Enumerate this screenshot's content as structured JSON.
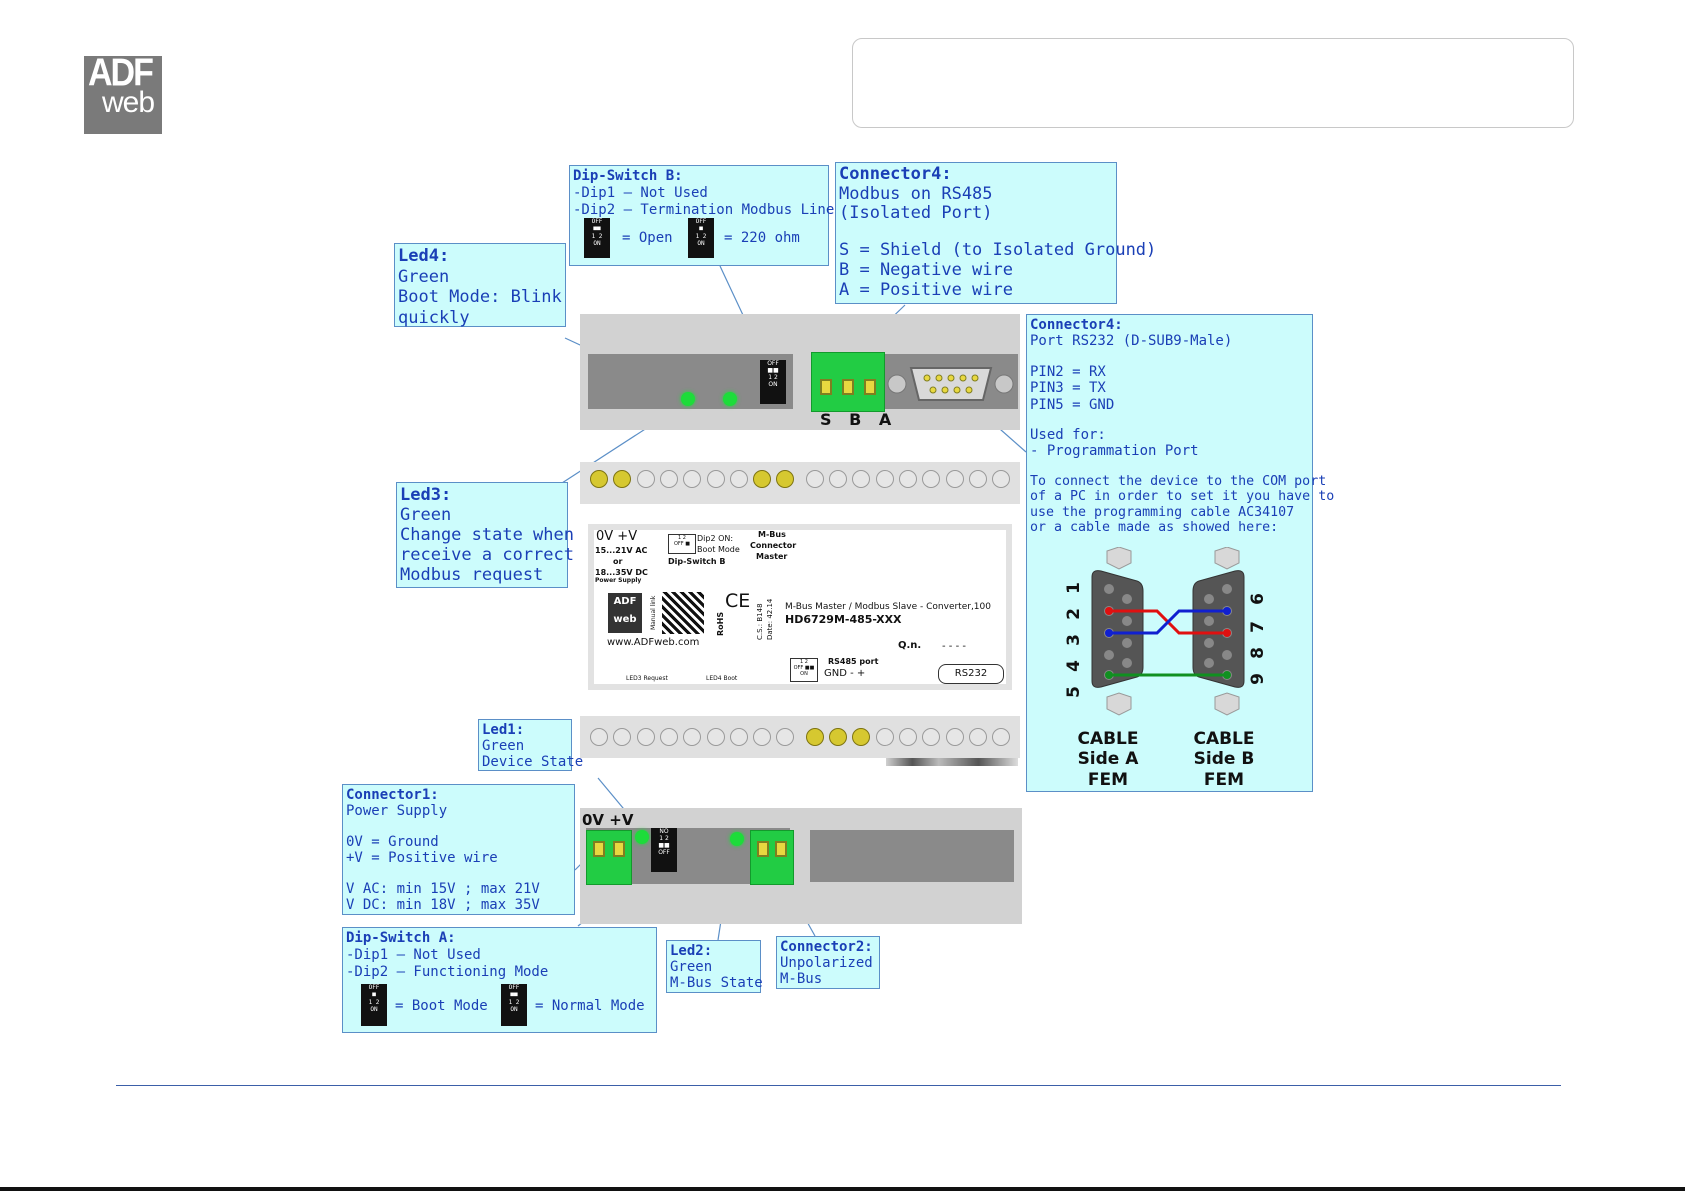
{
  "logo": {
    "line1": "ADF",
    "line2": "web"
  },
  "callouts": {
    "led4": {
      "title": "Led4:",
      "lines": [
        "Green",
        "Boot Mode: Blink",
        "quickly"
      ]
    },
    "dipB": {
      "title": "Dip-Switch B:",
      "lines": [
        "-Dip1 – Not Used",
        "-Dip2 – Termination Modbus Line"
      ],
      "open_label": "= Open",
      "ohm_label": "= 220 ohm"
    },
    "conn4a": {
      "title": "Connector4:",
      "lines": [
        "Modbus on RS485",
        "(Isolated Port)",
        "",
        "S = Shield (to Isolated Ground)",
        "B = Negative wire",
        "A = Positive wire"
      ]
    },
    "conn4b": {
      "title": "Connector4:",
      "lines": [
        "Port RS232 (D-SUB9-Male)",
        "",
        "PIN2 = RX",
        "PIN3 = TX",
        "PIN5 = GND",
        "",
        "Used for:",
        " - Programmation Port",
        "",
        "To connect the device to the COM port",
        "of a PC in order to set it you have to",
        "use the programming cable AC34107",
        "or a cable made as showed here:"
      ]
    },
    "led3": {
      "title": "Led3:",
      "lines": [
        "Green",
        "Change state when",
        "receive a correct",
        "Modbus request"
      ]
    },
    "led1": {
      "title": "Led1:",
      "lines": [
        "Green",
        "Device State"
      ]
    },
    "conn1": {
      "title": "Connector1:",
      "lines": [
        "Power Supply",
        "",
        "0V = Ground",
        "+V = Positive wire",
        "",
        "V AC: min 15V ; max 21V",
        "V DC: min 18V ; max 35V"
      ]
    },
    "dipA": {
      "title": "Dip-Switch A:",
      "lines": [
        "-Dip1 – Not Used",
        "-Dip2 – Functioning Mode"
      ],
      "boot_label": "= Boot Mode",
      "normal_label": "= Normal Mode"
    },
    "led2": {
      "title": "Led2:",
      "lines": [
        "Green",
        "M-Bus State"
      ]
    },
    "conn2": {
      "title": "Connector2:",
      "lines": [
        "Unpolarized",
        "M-Bus"
      ]
    }
  },
  "device": {
    "terminal_top": "S B A",
    "terminal_bottom": "0V +V",
    "label_power": "0V  +V",
    "label_ac": "15...21V AC",
    "label_or": "or",
    "label_dc": "18...35V DC",
    "label_ps": "Power Supply",
    "label_dip2": "Dip2 ON:",
    "label_bootmode": "Boot Mode",
    "label_dipswb": "Dip-Switch B",
    "label_mbus": "M-Bus",
    "label_connector": "Connector",
    "label_master": "Master",
    "label_product": "M-Bus Master / Modbus Slave - Converter,100",
    "label_model": "HD6729M-485-XXX",
    "label_web": "www.ADFweb.com",
    "label_qn": "Q.n.",
    "label_qn_val": "- - - -",
    "label_rs485": "RS485 port",
    "label_rs485_pins": "GND  -  +",
    "label_rs232": "RS232",
    "label_led3": "LED3 Request",
    "label_led4": "LED4 Boot",
    "label_cs": "C.S.: B148",
    "label_date": "Date: 42.14",
    "label_manual": "Manual link",
    "label_rohs": "RoHS",
    "label_ce": "CE"
  },
  "cable": {
    "sideA": [
      "CABLE",
      "Side A",
      "FEM"
    ],
    "sideB": [
      "CABLE",
      "Side B",
      "FEM"
    ],
    "pins_left": [
      "1",
      "2",
      "3",
      "4",
      "5"
    ],
    "pins_right": [
      "6",
      "7",
      "8",
      "9"
    ]
  },
  "colors": {
    "callout_bg": "#ccfcfc",
    "callout_border": "#5b8fc7",
    "callout_text": "#1a3fb6",
    "terminal": "#22cc44",
    "led": "#1ddc3a",
    "wire_red": "#e01010",
    "wire_blue": "#1020d0",
    "wire_green": "#109020"
  }
}
